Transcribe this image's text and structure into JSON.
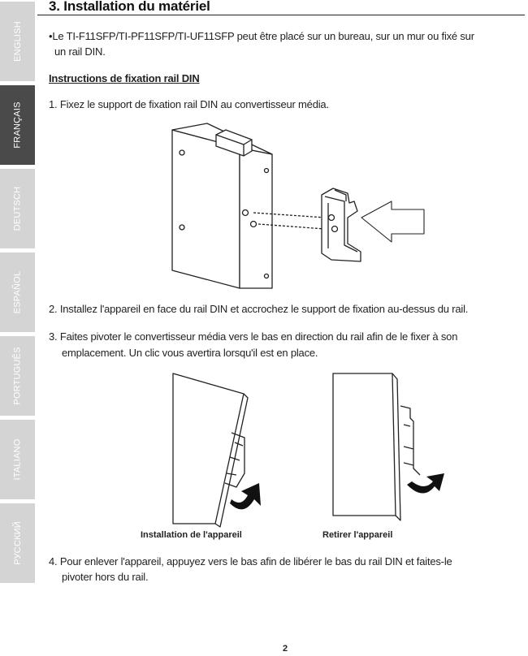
{
  "tabs": [
    {
      "label": "ENGLISH",
      "active": false
    },
    {
      "label": "FRANÇAIS",
      "active": true
    },
    {
      "label": "DEUTSCH",
      "active": false
    },
    {
      "label": "ESPAÑOL",
      "active": false
    },
    {
      "label": "PORTUGUÊS",
      "active": false
    },
    {
      "label": "ITALIANO",
      "active": false
    },
    {
      "label": "РУССКИЙ",
      "active": false
    }
  ],
  "section_title": "3. Installation du matériel",
  "bullet_line1": "•Le TI-F11SFP/TI-PF11SFP/TI-UF11SFP peut être placé sur un bureau, sur un mur ou fixé sur",
  "bullet_line2": "un rail DIN.",
  "subheading": "Instructions de fixation rail DIN",
  "step1": "1. Fixez le support de fixation rail DIN au convertisseur média.",
  "step2": "2. Installez l'appareil en face du rail DIN et accrochez le support de fixation au-dessus du rail.",
  "step3_line1": "3. Faites pivoter le convertisseur média vers le bas en direction du rail afin de le fixer à son",
  "step3_line2": "emplacement. Un clic vous avertira lorsqu'il est en place.",
  "caption_install": "Installation de l'appareil",
  "caption_remove": "Retirer l'appareil",
  "step4_line1": "4. Pour enlever l'appareil, appuyez vers le bas afin de libérer le bas du rail DIN et faites-le",
  "step4_line2": "pivoter hors du rail.",
  "page_number": "2"
}
